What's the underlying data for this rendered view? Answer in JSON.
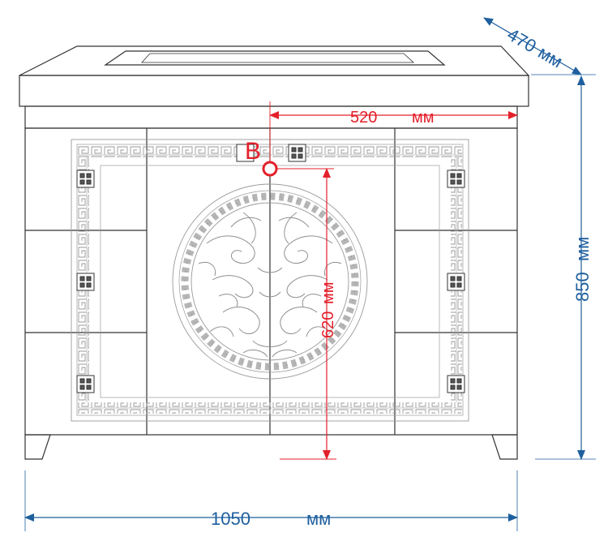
{
  "dimensions": {
    "depth": {
      "value": "470",
      "unit": "мм"
    },
    "height": {
      "value": "850",
      "unit": "мм"
    },
    "width": {
      "value": "1050",
      "unit": "мм"
    },
    "drain_offset": {
      "value": "520",
      "unit": "мм"
    },
    "drain_height": {
      "value": "620",
      "unit": "мм"
    }
  },
  "marker": {
    "label": "B"
  },
  "colors": {
    "outline": "#333333",
    "ornament": "#8a8a8a",
    "blue_dim": "#1e5f9e",
    "red_dim": "#e3202a"
  }
}
